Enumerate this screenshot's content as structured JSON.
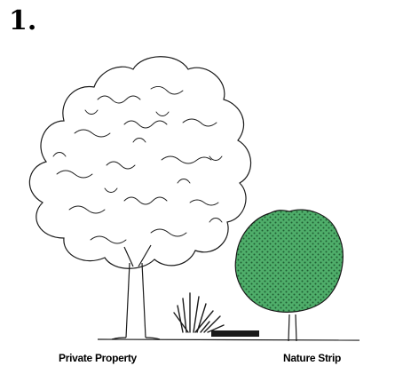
{
  "figure": {
    "number": "1."
  },
  "labels": {
    "private_property": "Private Property",
    "nature_strip": "Nature Strip"
  },
  "colors": {
    "small_tree_fill": "#4fae6a",
    "small_tree_dots": "#1f5f33",
    "outline": "#1a1a1a"
  },
  "icons": {
    "large_tree": "large-tree-icon",
    "small_tree": "small-street-tree-icon",
    "shrub": "grass-shrub-icon"
  }
}
